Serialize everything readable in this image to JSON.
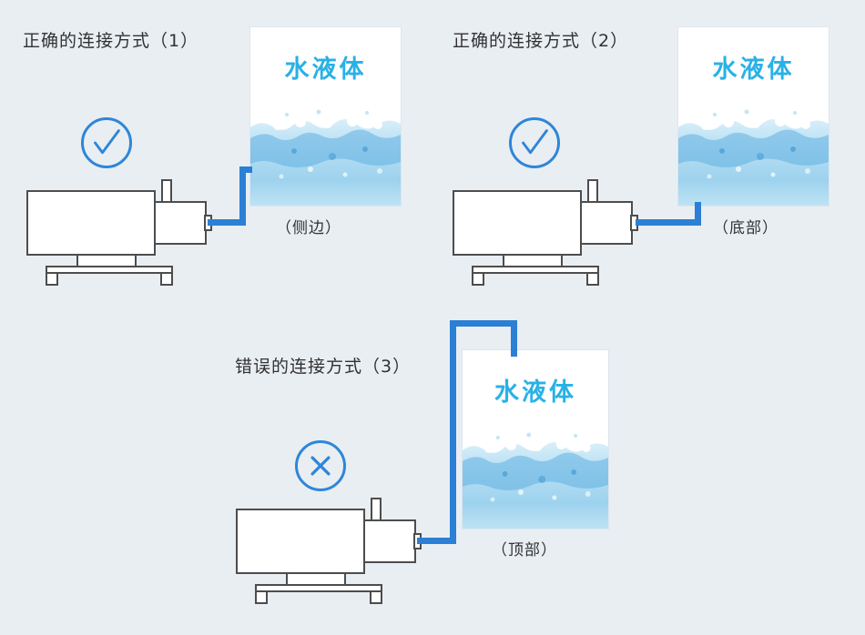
{
  "page": {
    "background": "#e9eef3"
  },
  "colors": {
    "pipe": "#2b7fd4",
    "mark": "#2e86d8",
    "water_text": "#29b1e6",
    "outline": "#4d4d4d"
  },
  "sections": [
    {
      "title": "正确的连接方式（1）",
      "mark": "check",
      "water_label": "水液体",
      "position_label": "（侧边）"
    },
    {
      "title": "正确的连接方式（2）",
      "mark": "check",
      "water_label": "水液体",
      "position_label": "（底部）"
    },
    {
      "title": "错误的连接方式（3）",
      "mark": "cross",
      "water_label": "水液体",
      "position_label": "（顶部）"
    }
  ]
}
